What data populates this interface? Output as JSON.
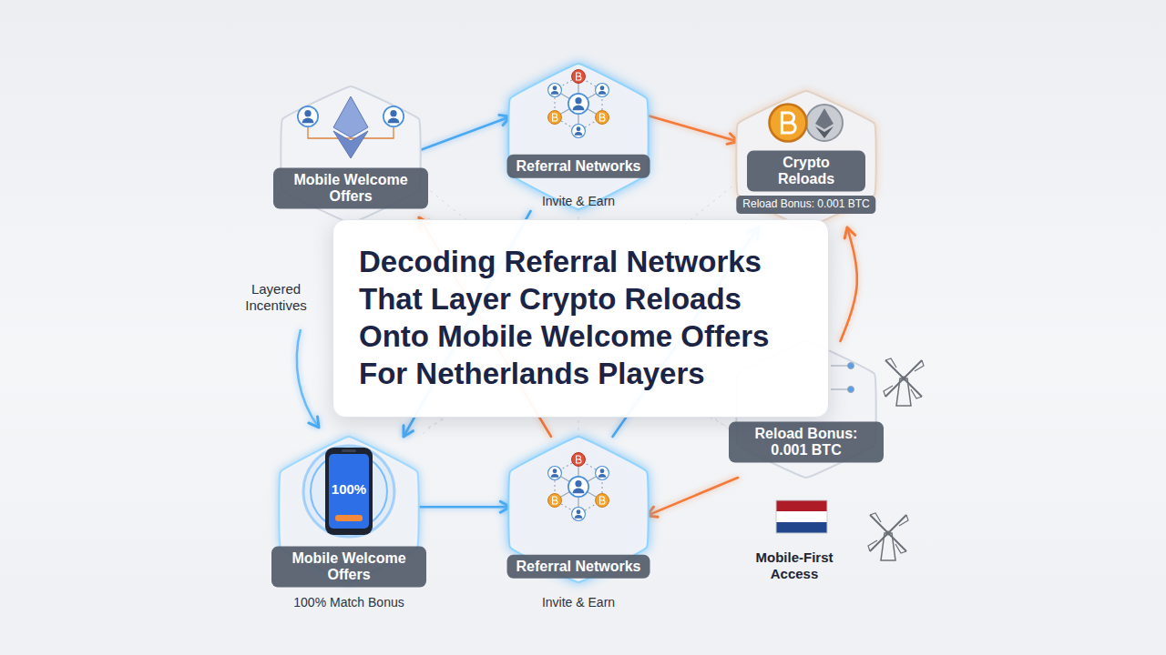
{
  "diagram": {
    "title": "Decoding Referral Networks That Layer Crypto Reloads Onto Mobile Welcome Offers For Netherlands Players",
    "nodes": [
      {
        "text": [
          "Mobile Welcome Offers"
        ]
      },
      {
        "text": [
          "Referral Networks",
          "Invite & Earn"
        ]
      },
      {
        "text": [
          "Crypto Reloads",
          "Reload Bonus: 0.001 BTC"
        ]
      },
      {
        "text": [
          "Reload Bonus: 0.001 BTC"
        ]
      },
      {
        "text": [
          "Mobile Welcome Offers",
          "100% Match Bonus"
        ]
      },
      {
        "text": [
          "Referral Networks",
          "Invite & Earn"
        ]
      }
    ],
    "edges": [
      {
        "from": 0,
        "to": 1,
        "arrow": "to"
      },
      {
        "from": 1,
        "to": 2,
        "arrow": "to"
      },
      {
        "from": 5,
        "to": 0,
        "arrow": "to"
      },
      {
        "from": 5,
        "to": 2,
        "arrow": "to"
      },
      {
        "from": 1,
        "to": 4,
        "arrow": "to"
      },
      {
        "from": 3,
        "to": 2,
        "arrow": "to"
      },
      {
        "from": 3,
        "to": 5,
        "arrow": "to"
      },
      {
        "from": 4,
        "to": 5,
        "arrow": "to"
      }
    ],
    "labels": [
      "Layered Incentives",
      "100%",
      "Mobile-First Access"
    ]
  }
}
